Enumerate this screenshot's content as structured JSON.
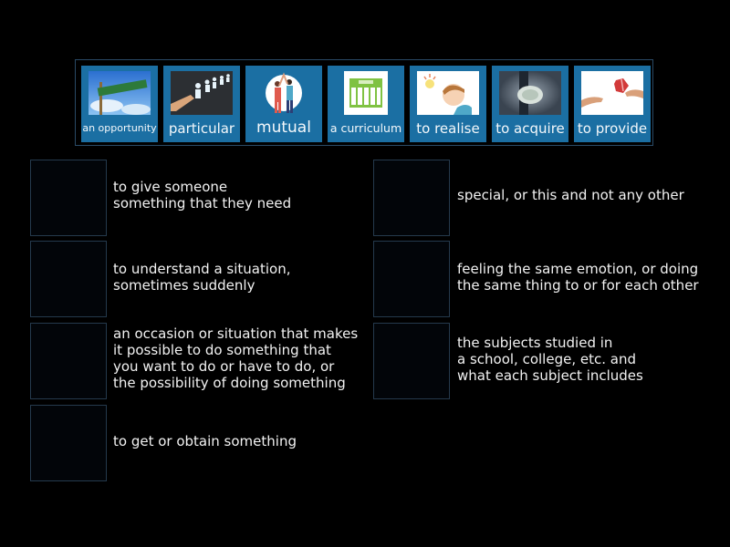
{
  "tiles": [
    {
      "label": "an opportunity",
      "icon": "opportunity-sign-icon"
    },
    {
      "label": "particular",
      "icon": "pointing-finger-people-icon"
    },
    {
      "label": "mutual",
      "icon": "high-five-icon"
    },
    {
      "label": "a curriculum",
      "icon": "timetable-icon"
    },
    {
      "label": "to realise",
      "icon": "lightbulb-idea-icon"
    },
    {
      "label": "to acquire",
      "icon": "money-bag-icon"
    },
    {
      "label": "to provide",
      "icon": "giving-hands-icon"
    }
  ],
  "definitions": {
    "left": [
      "to give someone\nsomething that they need",
      "to understand a situation,\nsometimes suddenly",
      "an occasion or situation that makes\nit possible to do something that\nyou want to do or have to do, or\nthe possibility of doing something",
      "to get or obtain something"
    ],
    "right": [
      "special, or this and not any other",
      "feeling the same emotion, or doing\nthe same thing to or for each other",
      "the subjects studied in\na school, college, etc. and\nwhat each subject includes"
    ]
  },
  "colors": {
    "tile": "#1b6fa3",
    "background": "#000000",
    "slot_border": "#253a4d"
  }
}
